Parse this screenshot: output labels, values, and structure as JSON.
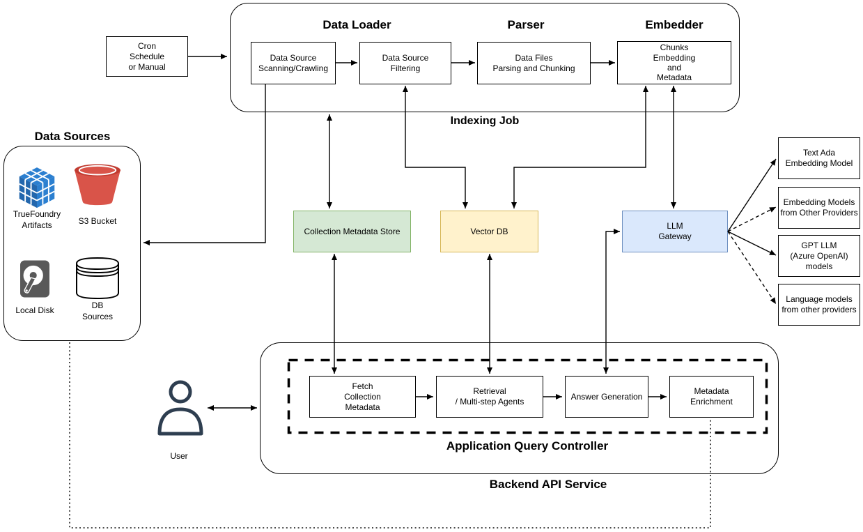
{
  "colors": {
    "green_fill": "#d5e8d4",
    "green_border": "#82b366",
    "yellow_fill": "#fff2cc",
    "yellow_border": "#d6b656",
    "blue_fill": "#dae8fc",
    "blue_border": "#6c8ebf",
    "cube_blue": "#2b7fd0",
    "bucket_red": "#d95449",
    "disk_gray": "#595959"
  },
  "trigger_box": {
    "label": "Cron\nSchedule\nor Manual"
  },
  "indexing_job": {
    "label": "Indexing Job",
    "headers": {
      "data_loader": "Data Loader",
      "parser": "Parser",
      "embedder": "Embedder"
    },
    "nodes": {
      "scanning": "Data Source\nScanning/Crawling",
      "filtering": "Data Source\nFiltering",
      "parsing": "Data Files\nParsing and Chunking",
      "embedding": "Chunks\nEmbedding\nand\nMetadata"
    }
  },
  "data_sources": {
    "title": "Data Sources",
    "items": [
      {
        "label": "TrueFoundry\nArtifacts",
        "icon": "truefoundry-cube-icon"
      },
      {
        "label": "S3 Bucket",
        "icon": "s3-bucket-icon"
      },
      {
        "label": "Local Disk",
        "icon": "local-disk-icon"
      },
      {
        "label": "DB\nSources",
        "icon": "database-cylinder-icon"
      }
    ]
  },
  "stores": {
    "collection_metadata_store": "Collection Metadata Store",
    "vector_db": "Vector DB",
    "llm_gateway": "LLM\nGateway"
  },
  "model_providers": [
    "Text Ada\nEmbedding Model",
    "Embedding Models\nfrom Other Providers",
    "GPT LLM\n(Azure OpenAI)\nmodels",
    "Language models\nfrom other providers"
  ],
  "backend": {
    "label": "Backend API Service",
    "controller": {
      "label": "Application Query Controller",
      "steps": [
        "Fetch\nCollection\nMetadata",
        "Retrieval\n/ Multi-step Agents",
        "Answer Generation",
        "Metadata\nEnrichment"
      ]
    }
  },
  "user": {
    "label": "User"
  }
}
